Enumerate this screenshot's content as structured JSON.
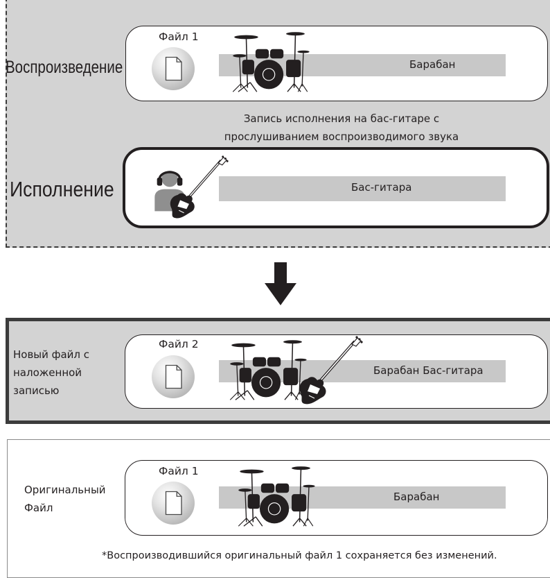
{
  "playback": {
    "label": "Воспроизведение",
    "file_label": "Файл 1",
    "track_label": "Барабан"
  },
  "caption": {
    "line1": "Запись исполнения на бас-гитаре с",
    "line2": "прослушиванием воспроизводимого звука"
  },
  "performance": {
    "label": "Исполнение",
    "track_label": "Бас-гитара"
  },
  "new_file": {
    "label_line1": "Новый файл с",
    "label_line2": "наложенной",
    "label_line3": "записью",
    "file_label": "Файл 2",
    "track_label": "Барабан Бас-гитара"
  },
  "original_file": {
    "label_line1": "Оригинальный",
    "label_line2": "Файл",
    "file_label": "Файл 1",
    "track_label": "Барабан"
  },
  "footnote": "*Воспроизводившийся оригинальный файл 1 сохраняется без изменений.",
  "colors": {
    "panel_gray": "#d3d3d3",
    "bar_gray": "#c8c8c8",
    "ink": "#231f20"
  },
  "icons": [
    "document-icon",
    "drum-kit-icon",
    "headphones-person-icon",
    "bass-guitar-icon",
    "down-arrow-icon"
  ]
}
